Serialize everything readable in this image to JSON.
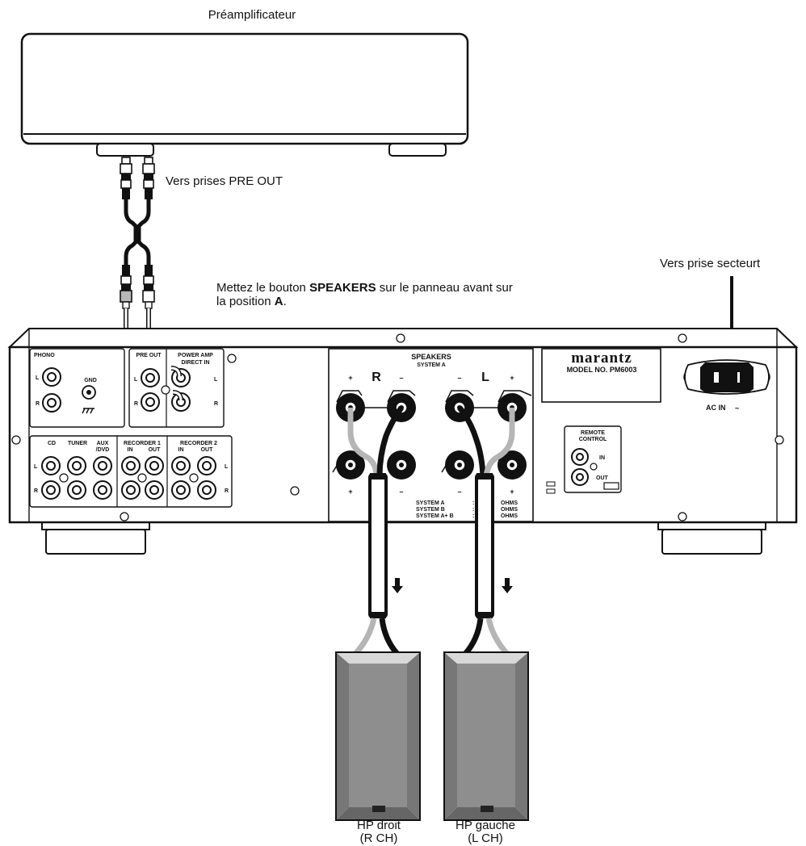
{
  "labels": {
    "preamp_title": "Préamplificateur",
    "pre_out_caption": "Vers prises PRE OUT",
    "mains_caption": "Vers prise secteurt",
    "instruction": {
      "part1": "Mettez le bouton ",
      "bold1": "SPEAKERS",
      "part2": " sur le panneau avant sur",
      "line2_part1": "la position ",
      "line2_bold": "A",
      "line2_end": "."
    },
    "speaker_right": {
      "name": "HP droit",
      "channel": "(R CH)"
    },
    "speaker_left": {
      "name": "HP gauche",
      "channel": "(L CH)"
    }
  },
  "panel": {
    "phono": "PHONO",
    "gnd": "GND",
    "ch_l": "L",
    "ch_r": "R",
    "pre_out": "PRE OUT",
    "power_amp_1": "POWER AMP",
    "power_amp_2": "DIRECT IN",
    "cd": "CD",
    "tuner": "TUNER",
    "aux_1": "AUX",
    "aux_2": "/DVD",
    "rec1": "RECORDER 1",
    "rec2": "RECORDER 2",
    "in": "IN",
    "out": "OUT",
    "speakers_title": "SPEAKERS",
    "speakers_sub": "SYSTEM A",
    "plus": "+",
    "minus": "–",
    "sys_a": "SYSTEM A",
    "sys_b": "SYSTEM B",
    "sys_ab": "SYSTEM A+ B",
    "sep": ":",
    "ohms": "OHMS",
    "brand": "marantz",
    "model": "MODEL NO. PM6003",
    "remote_1": "REMOTE",
    "remote_2": "CONTROL",
    "ac_in": "AC IN",
    "ac_symbol": "~"
  }
}
